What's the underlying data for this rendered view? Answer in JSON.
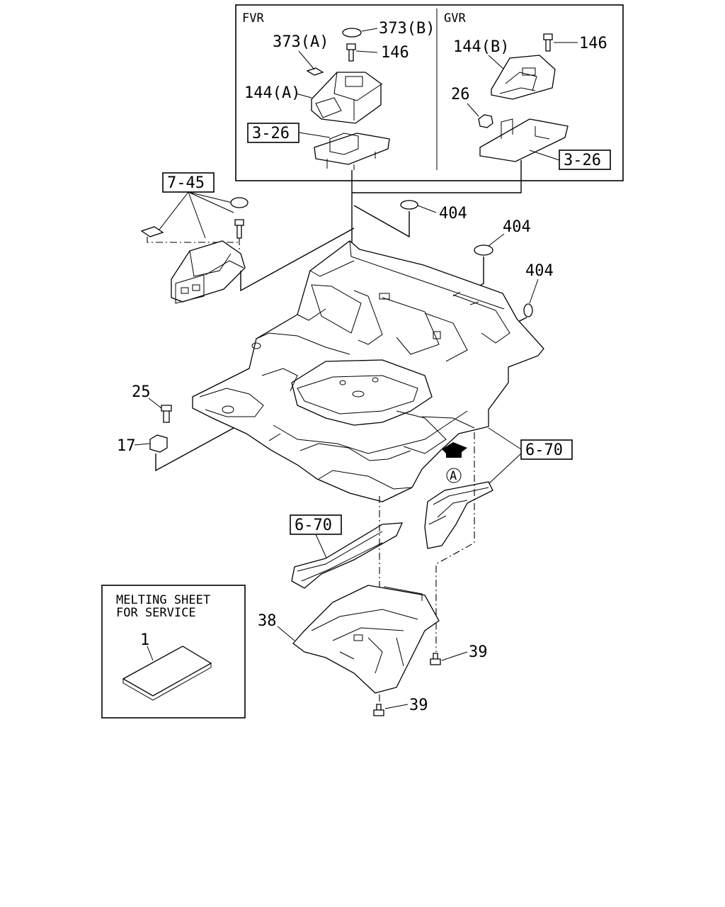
{
  "inset": {
    "left_variant": "FVR",
    "right_variant": "GVR"
  },
  "labels": {
    "p373a": "373(A)",
    "p373b": "373(B)",
    "p146_left": "146",
    "p146_right": "146",
    "p144a": "144(A)",
    "p144b": "144(B)",
    "p26": "26",
    "ref_3_26_left": "3-26",
    "ref_3_26_right": "3-26",
    "ref_7_45": "7-45",
    "p404_a": "404",
    "p404_b": "404",
    "p404_c": "404",
    "p25": "25",
    "p17": "17",
    "ref_6_70_right": "6-70",
    "ref_6_70_left": "6-70",
    "view_marker": "A",
    "p38": "38",
    "p39_right": "39",
    "p39_bottom": "39",
    "p1": "1"
  },
  "service_box": {
    "line1": "MELTING SHEET",
    "line2": "FOR SERVICE"
  }
}
